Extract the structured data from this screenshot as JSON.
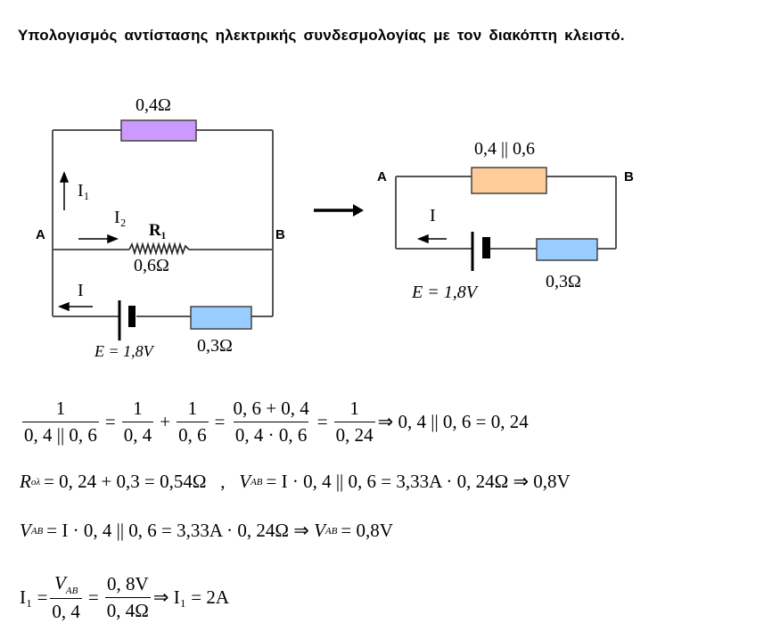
{
  "title": "Υπολογισμός  αντίστασης  ηλεκτρικής  συνδεσμολογίας  με τον διακόπτη  κλειστό.",
  "circuit_left": {
    "node_a": "A",
    "node_b": "B",
    "top_resistor_label": "0,4Ω",
    "top_resistor_color": "#cc99ff",
    "middle_resistor_name": "R₁",
    "middle_resistor_label": "0,6Ω",
    "bottom_resistor_label": "0,3Ω",
    "bottom_resistor_color": "#99ccff",
    "current_i1": "I₁",
    "current_i2": "I₂",
    "current_i": "I",
    "battery_label": "E = 1,8V"
  },
  "transform_arrow": "arrow-right",
  "circuit_right": {
    "node_a": "A",
    "node_b": "B",
    "top_resistor_label": "0,4 || 0,6",
    "top_resistor_color": "#ffcc99",
    "bottom_resistor_label": "0,3Ω",
    "bottom_resistor_color": "#99ccff",
    "current_i": "I",
    "battery_label": "E = 1,8V"
  },
  "equations": {
    "eq1": {
      "f1_num": "1",
      "f1_den": "0, 4 || 0, 6",
      "eq": "=",
      "f2_num": "1",
      "f2_den": "0, 4",
      "plus": "+",
      "f3_num": "1",
      "f3_den": "0, 6",
      "eq2": "=",
      "f4_num": "0, 6 + 0, 4",
      "f4_den": "0, 4 · 0, 6",
      "eq3": "=",
      "f5_num": "1",
      "f5_den": "0, 24",
      "result": "⇒ 0, 4 || 0, 6 = 0, 24"
    },
    "eq2": {
      "r_symbol": "R",
      "r_sub": "ολ",
      "r_expr": "= 0, 24 + 0,3 = 0,54Ω   ,   ",
      "v_symbol": "V",
      "v_sub": "AB",
      "v_expr": "= I · 0, 4 || 0, 6 = 3,33A · 0, 24Ω ⇒ 0,8V"
    },
    "eq3": {
      "v_symbol": "V",
      "v_sub": "AB",
      "expr": "= I · 0, 4 || 0, 6 = 3,33A · 0, 24Ω ⇒ ",
      "v2_symbol": "V",
      "v2_sub": "AB",
      "result": "= 0,8V"
    },
    "eq4": {
      "lhs": "I₁ =",
      "f1_num_symbol": "V",
      "f1_num_sub": "AB",
      "f1_den": "0, 4",
      "eq": "=",
      "f2_num": "0, 8V",
      "f2_den": "0, 4Ω",
      "result": "⇒ I₁ = 2A"
    }
  }
}
